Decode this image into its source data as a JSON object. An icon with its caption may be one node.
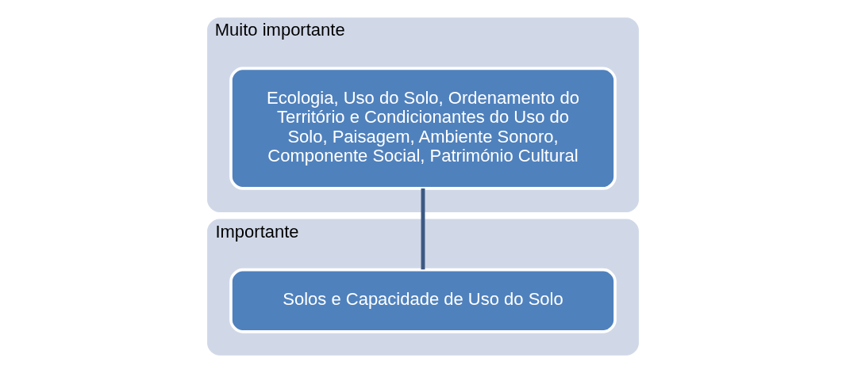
{
  "diagram": {
    "nodes": [
      {
        "text": [
          "Muito importante"
        ]
      },
      {
        "text": [
          "Ecologia, Uso do Solo, Ordenamento do Território e Condicionantes do Uso do Solo, Paisagem, Ambiente Sonoro, Componente Social, Património Cultural"
        ],
        "in": 0
      },
      {
        "text": [
          "Importante"
        ]
      },
      {
        "text": [
          "Solos e Capacidade de Uso do Solo"
        ],
        "in": 2
      }
    ],
    "edges": [
      {
        "from": 1,
        "to": 3,
        "arrow": "none"
      }
    ]
  }
}
